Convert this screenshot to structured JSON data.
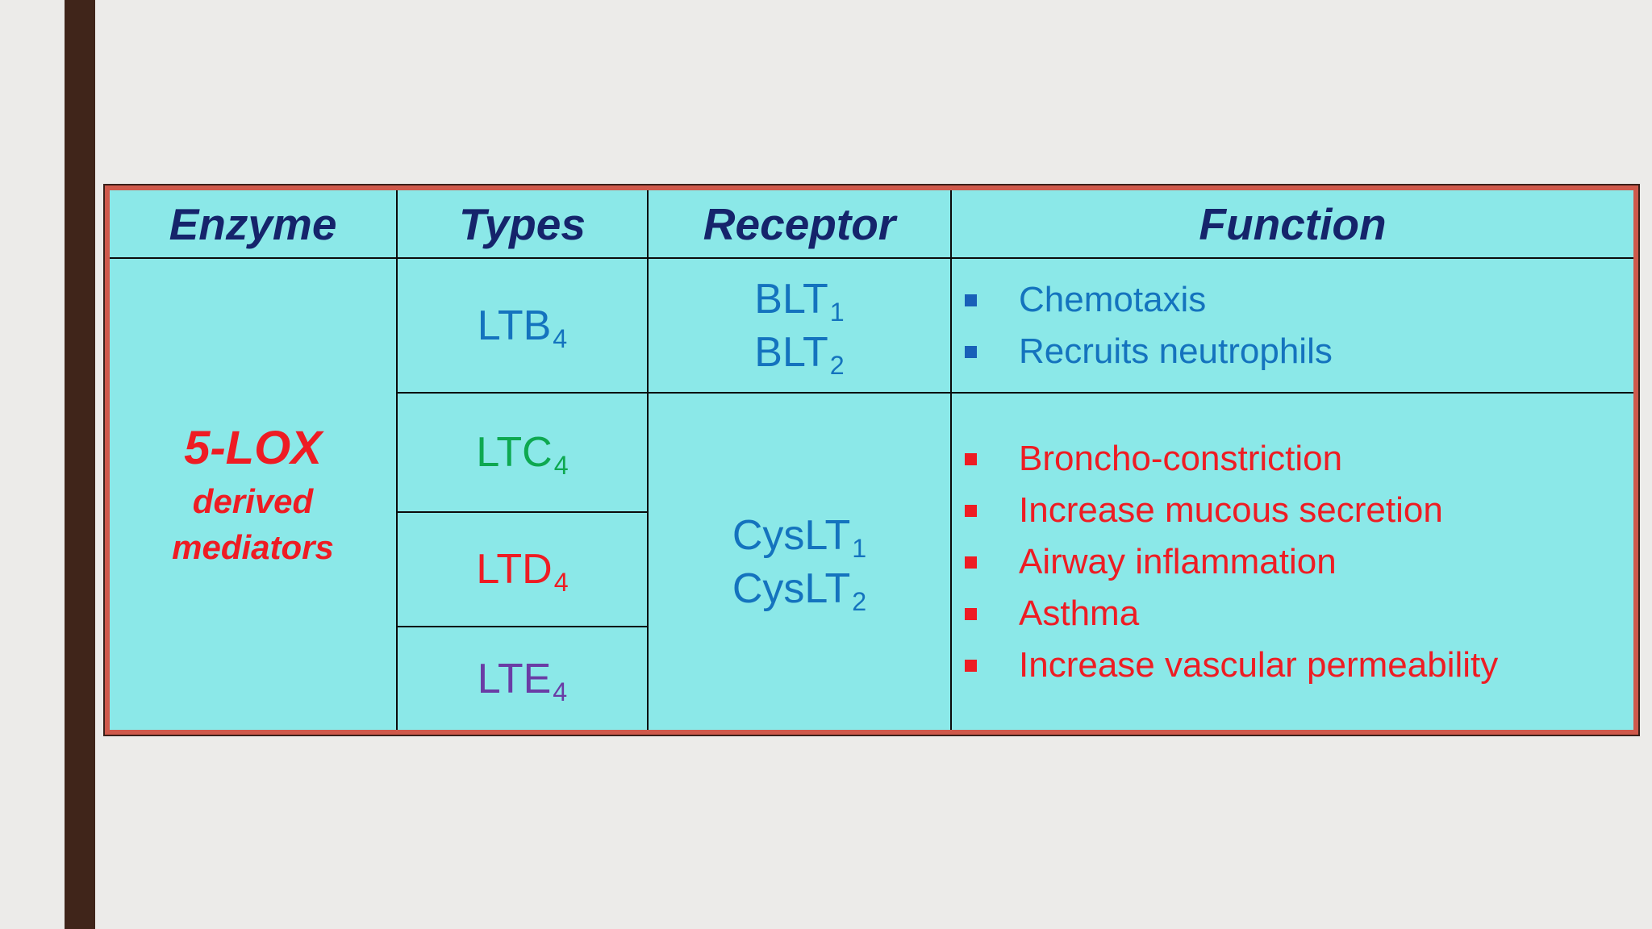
{
  "slide": {
    "background_color": "#ECEBE9",
    "accent_bar_color": "#40251A",
    "table": {
      "fill_color": "#8BE8E8",
      "outer_border_color": "#CF594B",
      "grid_color": "#0B0B0B",
      "header_text_color": "#15246B",
      "headers": [
        {
          "label": "Enzyme"
        },
        {
          "label": "Types"
        },
        {
          "label": "Receptor"
        },
        {
          "label": "Function"
        }
      ],
      "enzyme": {
        "title": "5-LOX",
        "subtitle_line1": "derived",
        "subtitle_line2": "mediators",
        "text_color": "#EE1C23"
      },
      "types": [
        {
          "base": "LTB",
          "sub": "4",
          "color": "#1473BE"
        },
        {
          "base": "LTC",
          "sub": "4",
          "color": "#0EA850"
        },
        {
          "base": "LTD",
          "sub": "4",
          "color": "#EE1C23"
        },
        {
          "base": "LTE",
          "sub": "4",
          "color": "#6A3CA5"
        }
      ],
      "receptors": [
        {
          "color": "#1473BE",
          "lines": [
            {
              "base": "BLT",
              "sub": "1"
            },
            {
              "base": "BLT",
              "sub": "2"
            }
          ]
        },
        {
          "color": "#1473BE",
          "lines": [
            {
              "base": "CysLT",
              "sub": "1"
            },
            {
              "base": "CysLT",
              "sub": "2"
            }
          ]
        }
      ],
      "functions": [
        {
          "text_color": "#1473BE",
          "bullet_color": "#1860B8",
          "items": [
            "Chemotaxis",
            "Recruits neutrophils"
          ]
        },
        {
          "text_color": "#EE1C23",
          "bullet_color": "#EE1C23",
          "items": [
            "Broncho-constriction",
            "Increase mucous secretion",
            "Airway inflammation",
            "Asthma",
            "Increase vascular permeability"
          ]
        }
      ]
    }
  }
}
